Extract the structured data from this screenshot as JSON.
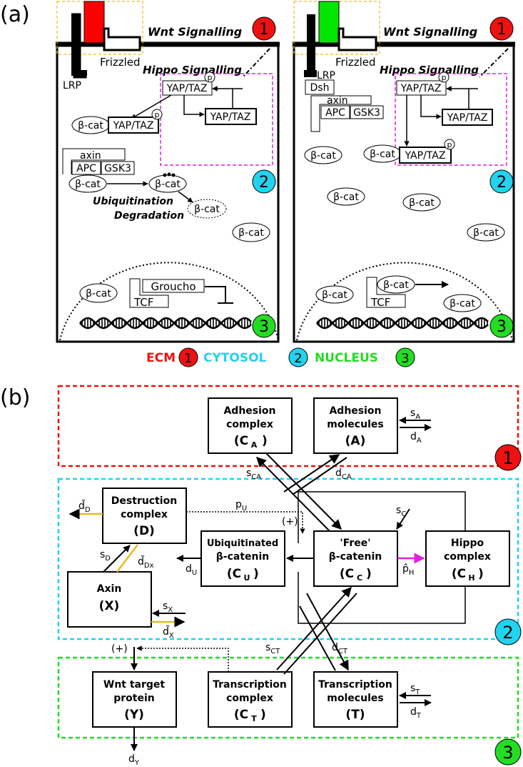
{
  "panel_a": {
    "label": "(a)",
    "wnt_signalling": "Wnt Signalling",
    "hippo_signalling": "Hippo Signalling",
    "frizzled": "Frizzled",
    "lrp": "LRP",
    "dsh": "Dsh",
    "yap_taz": "YAP/TAZ",
    "p": "p",
    "beta_cat": "β-cat",
    "axin": "axin",
    "apc": "APC",
    "gsk3": "GSK3",
    "ubiquitination": "Ubiquitination",
    "degradation": "Degradation",
    "groucho": "Groucho",
    "tcf": "TCF",
    "num_1": "1",
    "num_2": "2",
    "num_3": "3",
    "left_receptor_color": "#ff0000",
    "right_receptor_color": "#00e600"
  },
  "legend": {
    "ecm": "ECM",
    "cytosol": "CYTOSOL",
    "nucleus": "NUCLEUS",
    "ecm_color": "#ee1111",
    "cytosol_color": "#22d3ee",
    "nucleus_color": "#22dd22"
  },
  "panel_b": {
    "label": "(b)",
    "adhesion_complex": {
      "line1": "Adhesion",
      "line2": "complex",
      "sym": "C",
      "sub": "A"
    },
    "adhesion_molecules": {
      "line1": "Adhesion",
      "line2": "molecules",
      "sym": "(A)"
    },
    "destruction_complex": {
      "line1": "Destruction",
      "line2": "complex",
      "sym": "(D)"
    },
    "ubiquitinated": {
      "line1": "Ubiquitinated",
      "line2": "β-catenin",
      "sym": "C",
      "sub": "U"
    },
    "free_bcat": {
      "line1": "'Free'",
      "line2": "β-catenin",
      "sym": "C",
      "sub": "C"
    },
    "hippo_complex": {
      "line1": "Hippo",
      "line2": "complex",
      "sym": "C",
      "sub": "H"
    },
    "axin": {
      "line1": "Axin",
      "sym": "(X)"
    },
    "wnt_target": {
      "line1": "Wnt target",
      "line2": "protein",
      "sym": "(Y)"
    },
    "transcription_complex": {
      "line1": "Transcription",
      "line2": "complex",
      "sym": "C",
      "sub": "T"
    },
    "transcription_molecules": {
      "line1": "Transcription",
      "line2": "molecules",
      "sym": "(T)"
    },
    "plus": "(+)",
    "rates": {
      "sA": "s",
      "sA_sub": "A",
      "dA": "d",
      "dA_sub": "A",
      "sCA": "s",
      "sCA_sub": "CA",
      "dCA": "d",
      "dCA_sub": "CA",
      "dD": "d̃",
      "dD_sub": "D",
      "pU": "p",
      "pU_sub": "U",
      "sC": "s",
      "sC_sub": "C",
      "sD": "s",
      "sD_sub": "D",
      "dDx": "d̃",
      "dDx_sub": "Dx",
      "dU": "d",
      "dU_sub": "U",
      "pH": "p̂",
      "pH_sub": "H",
      "sX": "s",
      "sX_sub": "X",
      "dX": "d̃",
      "dX_sub": "X",
      "sCT": "s",
      "sCT_sub": "CT",
      "dCT": "d",
      "dCT_sub": "CT",
      "sT": "s",
      "sT_sub": "T",
      "dT": "d",
      "dT_sub": "T",
      "dY": "d",
      "dY_sub": "Y"
    }
  }
}
